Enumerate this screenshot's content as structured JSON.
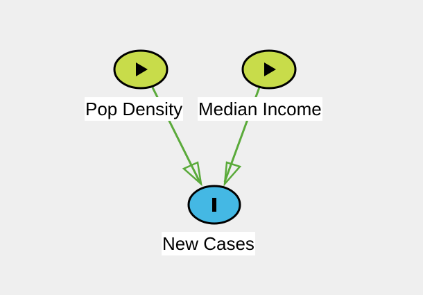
{
  "diagram": {
    "nodes": [
      {
        "id": "pop-density",
        "label": "Pop Density",
        "kind": "input",
        "icon": "play-icon",
        "color": "#c8dc4a"
      },
      {
        "id": "median-income",
        "label": "Median Income",
        "kind": "input",
        "icon": "play-icon",
        "color": "#c8dc4a"
      },
      {
        "id": "new-cases",
        "label": "New Cases",
        "kind": "output",
        "icon": "bar-icon",
        "color": "#44b8e4"
      }
    ],
    "edges": [
      {
        "from": "pop-density",
        "to": "new-cases"
      },
      {
        "from": "median-income",
        "to": "new-cases"
      }
    ],
    "edge_color": "#5aaa3a"
  }
}
